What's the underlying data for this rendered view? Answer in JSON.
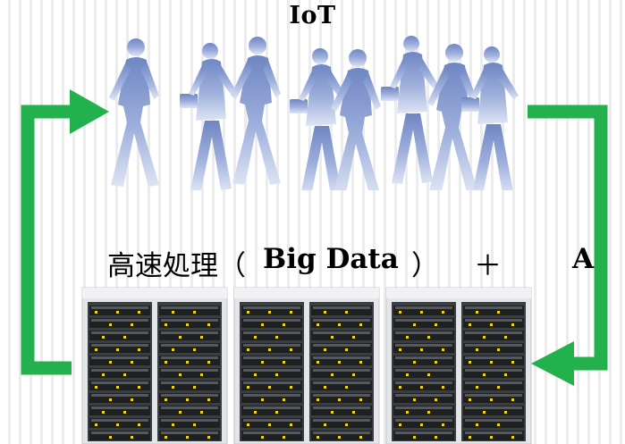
{
  "title": "IoT",
  "caption": {
    "cjk": "高速処理（",
    "big_data": "Big Data",
    "close": "）",
    "plus": "＋",
    "ai": "AI"
  },
  "colors": {
    "arrow": "#22b14c",
    "people": "#8fa3d4",
    "server_dark": "#1e2022",
    "led": "#f2d21a"
  },
  "icons": {
    "people": "walking-business-people-icon",
    "servers": "server-rack-icon"
  }
}
